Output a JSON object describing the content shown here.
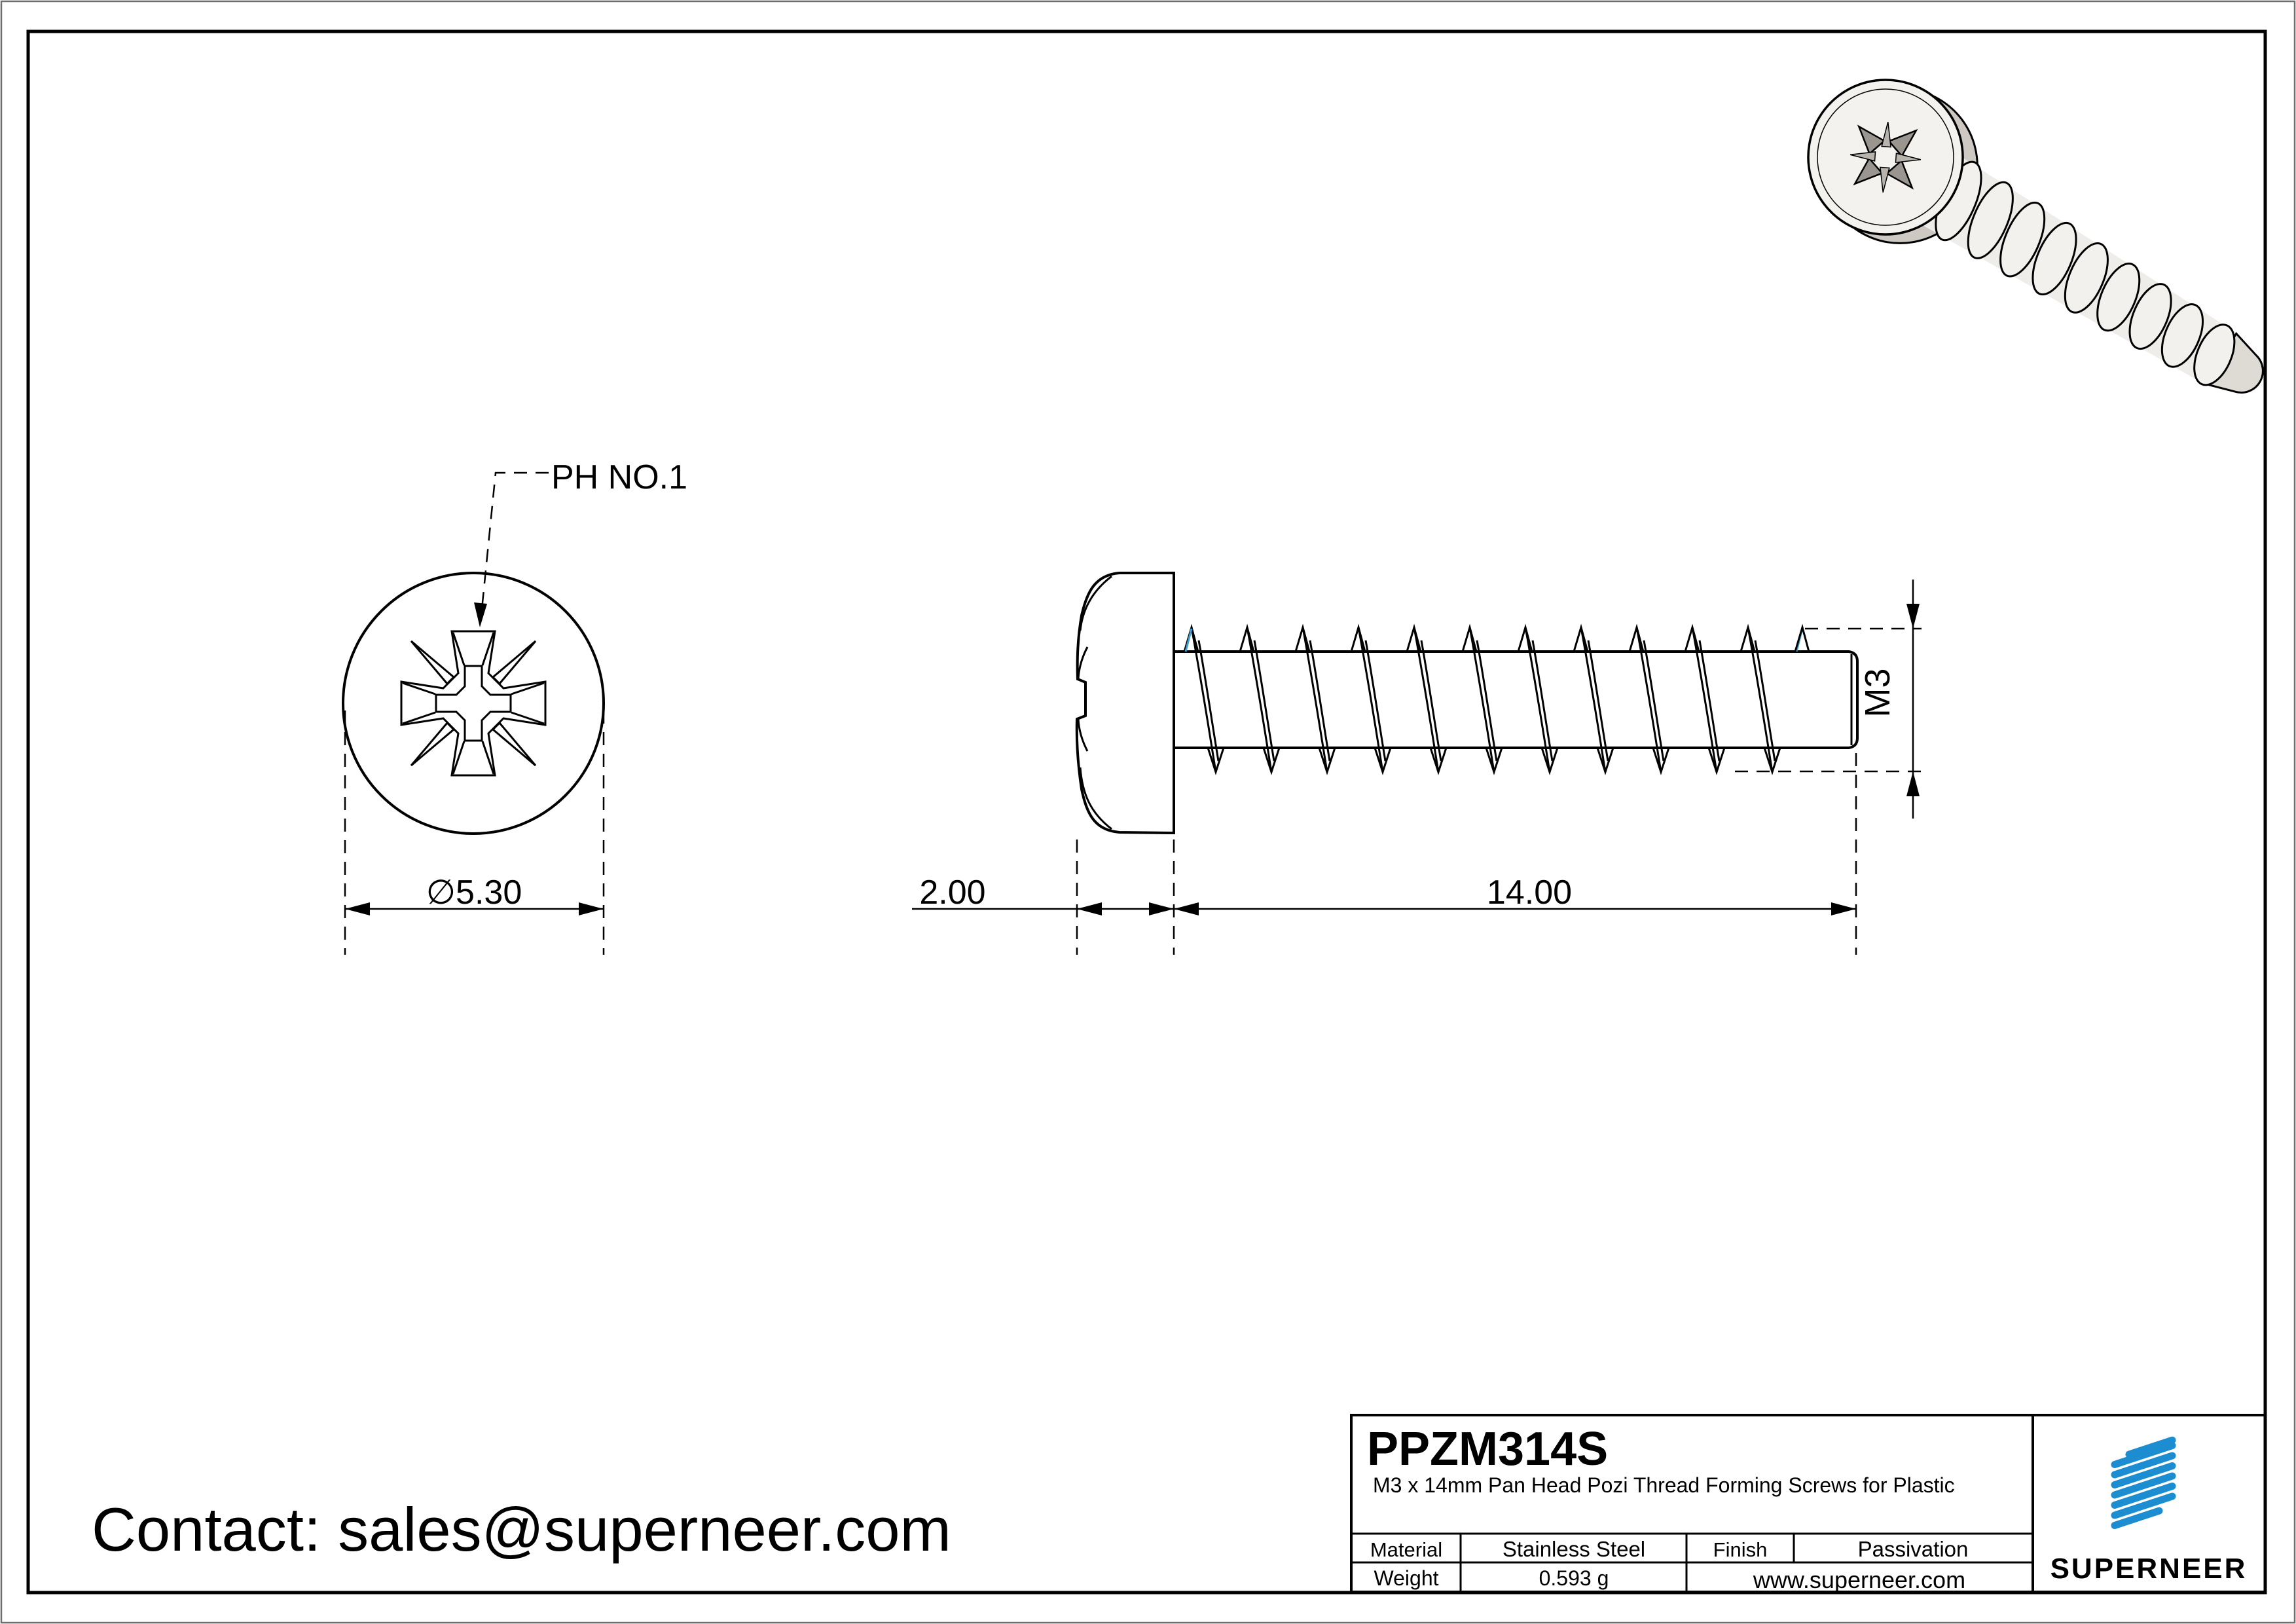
{
  "drawing": {
    "views": {
      "front_view": "pan head front view with pozi recess",
      "side_view": "pan head screw side profile with thread",
      "render_3d": "isometric 3d render of screw"
    },
    "annotations": {
      "drive_label": "PH NO.1",
      "head_diameter": "∅5.30",
      "head_height": "2.00",
      "thread_length": "14.00",
      "thread_size": "M3"
    }
  },
  "contact": {
    "line": "Contact: sales@superneer.com"
  },
  "title_block": {
    "part_number": "PPZM314S",
    "description": "M3 x 14mm Pan Head Pozi Thread Forming Screws for Plastic",
    "material_label": "Material",
    "material_value": "Stainless Steel",
    "finish_label": "Finish",
    "finish_value": "Passivation",
    "weight_label": "Weight",
    "weight_value": "0.593 g",
    "website": "www.superneer.com",
    "brand": "SUPERNEER"
  },
  "colors": {
    "line_black": "#000000",
    "brand_blue": "#1b8dd0",
    "link_blue": "#1e8fd9",
    "thread_accent_blue": "#3f9fd0",
    "metal_light": "#f4f2ee",
    "metal_mid": "#e3e0da",
    "metal_dark": "#9a968f"
  }
}
